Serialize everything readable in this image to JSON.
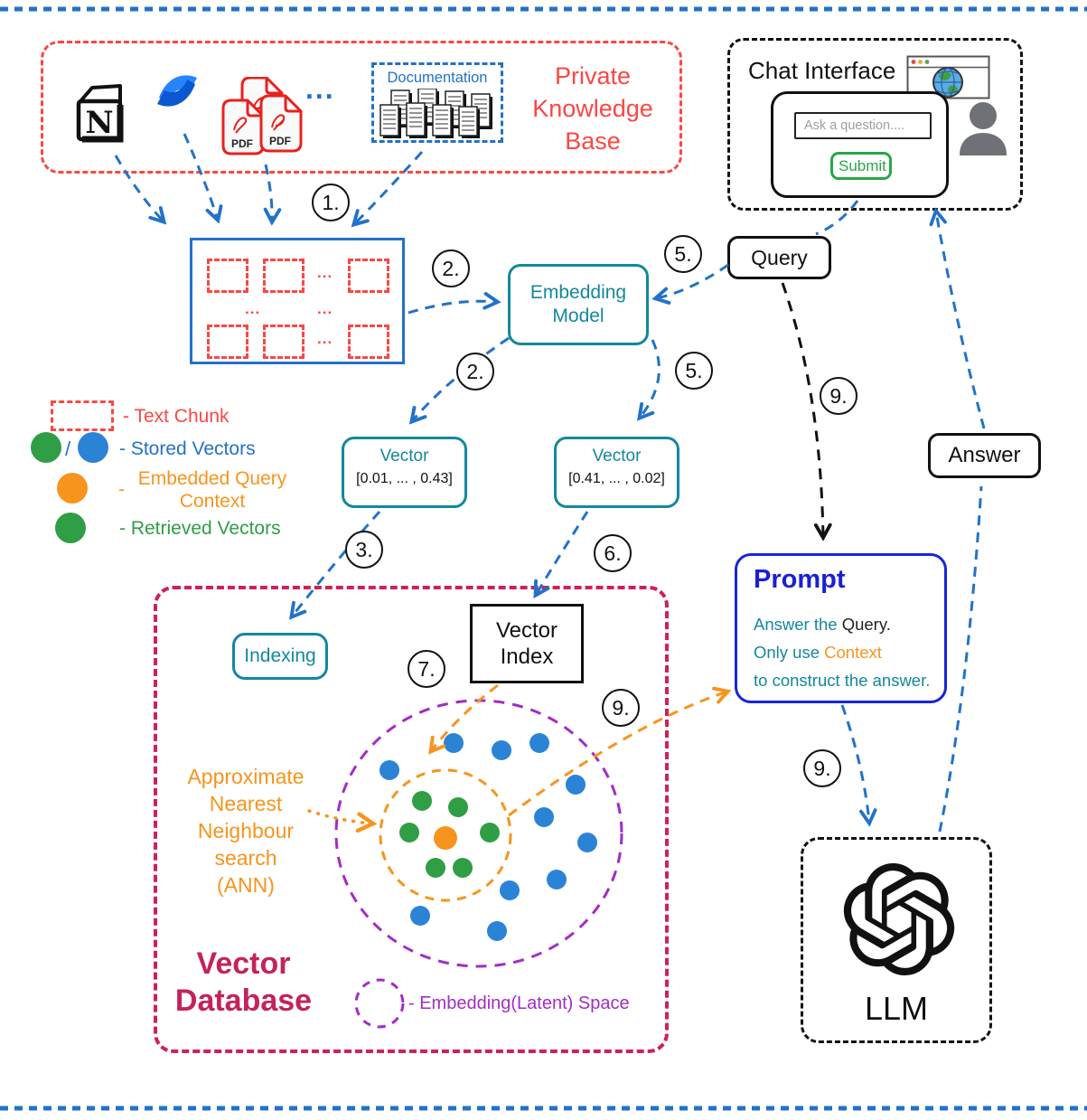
{
  "colors": {
    "red": "#FB4743",
    "blue": "#2272C8",
    "teal": "#13889C",
    "orange": "#F7941D",
    "green": "#2F9E44",
    "blue_dot": "#2B83D6",
    "purple": "#A32CC4",
    "crimson": "#CF2155",
    "prompt_blue": "#1A1FD6",
    "submit_green": "#28A745",
    "black": "#111111"
  },
  "pkb": {
    "title": "Private Knowledge Base",
    "ellipsis": "...",
    "documentation_label": "Documentation"
  },
  "chat": {
    "title": "Chat Interface",
    "input_placeholder": "Ask a question....",
    "submit_label": "Submit"
  },
  "chunks": {
    "ellipsis": "..."
  },
  "embedding": {
    "label": "Embedding Model"
  },
  "query": {
    "label": "Query"
  },
  "answer": {
    "label": "Answer"
  },
  "vector1": {
    "title": "Vector",
    "value": "[0.01, ... , 0.43]"
  },
  "vector2": {
    "title": "Vector",
    "value": "[0.41, ... , 0.02]"
  },
  "steps": {
    "n1": "1.",
    "n2": "2.",
    "n3": "3.",
    "n5": "5.",
    "n6": "6.",
    "n7": "7.",
    "n9": "9."
  },
  "legend": {
    "text_chunk": "- Text Chunk",
    "slash": "/",
    "stored_vectors": "- Stored Vectors",
    "embedded_dash": "-",
    "embedded_query": "Embedded Query Context",
    "retrieved_vectors": "- Retrieved Vectors"
  },
  "vdb": {
    "title": "Vector Database",
    "indexing": "Indexing",
    "vector_index": "Vector Index",
    "ann_lines": [
      "Approximate",
      "Nearest",
      "Neighbour",
      "search",
      "(ANN)"
    ],
    "space_legend": "- Embedding(Latent) Space"
  },
  "prompt": {
    "title": "Prompt",
    "line1_teal": "Answer the ",
    "line1_black": "Query.",
    "line2_teal": "Only use ",
    "line2_orange": "Context",
    "line3_teal": "to construct the answer."
  },
  "llm": {
    "label": "LLM"
  }
}
